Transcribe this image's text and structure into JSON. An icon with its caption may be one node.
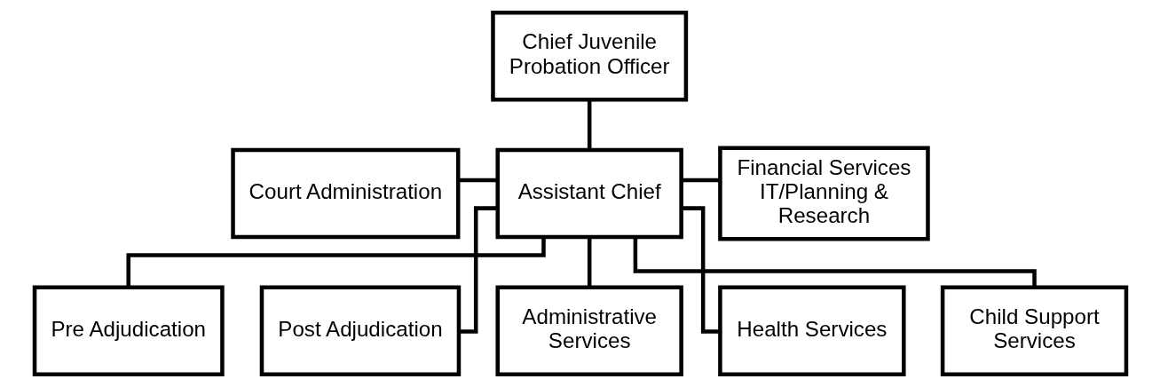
{
  "diagram": {
    "nodes": [
      {
        "text": [
          "Chief Juvenile Probation Officer"
        ]
      },
      {
        "text": [
          "Court Administration"
        ]
      },
      {
        "text": [
          "Assistant Chief"
        ]
      },
      {
        "text": [
          "Financial Services IT/Planning & Research"
        ]
      },
      {
        "text": [
          "Pre Adjudication"
        ]
      },
      {
        "text": [
          "Post Adjudication"
        ]
      },
      {
        "text": [
          "Administrative Services"
        ]
      },
      {
        "text": [
          "Health Services"
        ]
      },
      {
        "text": [
          "Child Support Services"
        ]
      }
    ],
    "edges": [
      {
        "from": 0,
        "to": 2,
        "arrow": "none"
      },
      {
        "from": 1,
        "to": 2,
        "arrow": "none"
      },
      {
        "from": 2,
        "to": 3,
        "arrow": "none"
      },
      {
        "from": 2,
        "to": 4,
        "arrow": "none"
      },
      {
        "from": 2,
        "to": 5,
        "arrow": "none"
      },
      {
        "from": 2,
        "to": 6,
        "arrow": "none"
      },
      {
        "from": 2,
        "to": 7,
        "arrow": "none"
      },
      {
        "from": 2,
        "to": 8,
        "arrow": "none"
      }
    ]
  }
}
